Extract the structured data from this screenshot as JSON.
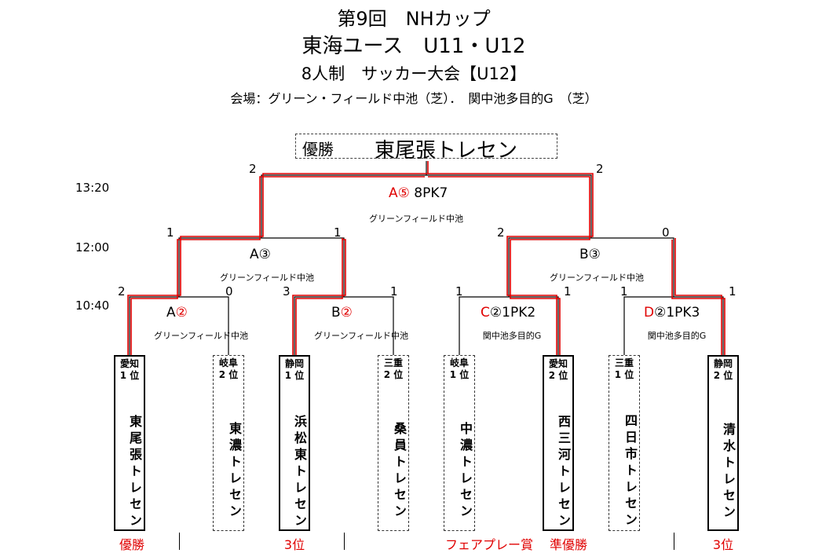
{
  "header": {
    "title1": "第9回　NHカップ",
    "title2": "東海ユース　U11・U12",
    "title3": "8人制　サッカー大会【U12】",
    "venue": "会場：グリーン・フィールド中池（芝）．　関中池多目的G　（芝）"
  },
  "champion": {
    "label": "優勝",
    "team": "東尾張トレセン"
  },
  "times": [
    "13:20",
    "12:00",
    "10:40"
  ],
  "matches": {
    "final": {
      "code": "A⑤",
      "extra": " 8PK7",
      "venue": "グリーンフィールド中池",
      "score_left": "2",
      "score_right": "2"
    },
    "semi_left": {
      "code": "A③",
      "venue": "グリーンフィールド中池",
      "score_left": "1",
      "score_right": "1"
    },
    "semi_right": {
      "code": "B③",
      "venue": "グリーンフィールド中池",
      "score_left": "2",
      "score_right": "0"
    },
    "q1": {
      "code_a": "A",
      "code_b": "②",
      "extra": "",
      "venue": "グリーンフィールド中池",
      "score_left": "2",
      "score_right": "0"
    },
    "q2": {
      "code_a": "B",
      "code_b": "②",
      "extra": "",
      "venue": "グリーンフィールド中池",
      "score_left": "3",
      "score_right": "1"
    },
    "q3": {
      "code_a": "C",
      "code_b": "②",
      "extra": "1PK2",
      "venue": "関中池多目的G",
      "score_left": "1",
      "score_right": "1"
    },
    "q4": {
      "code_a": "D",
      "code_b": "②",
      "extra": "1PK3",
      "venue": "関中池多目的G",
      "score_left": "1",
      "score_right": "1"
    }
  },
  "teams": [
    {
      "pref": "愛知",
      "rank": "1 位",
      "name": "東尾張トレセン"
    },
    {
      "pref": "岐阜",
      "rank": "2 位",
      "name": "東濃トレセン"
    },
    {
      "pref": "静岡",
      "rank": "1 位",
      "name": "浜松東トレセン"
    },
    {
      "pref": "三重",
      "rank": "2 位",
      "name": "桑員トレセン"
    },
    {
      "pref": "岐阜",
      "rank": "1 位",
      "name": "中濃トレセン"
    },
    {
      "pref": "愛知",
      "rank": "2 位",
      "name": "西三河トレセン"
    },
    {
      "pref": "三重",
      "rank": "1 位",
      "name": "四日市トレセン"
    },
    {
      "pref": "静岡",
      "rank": "2 位",
      "name": "清水トレセン"
    }
  ],
  "results": {
    "r1": "優勝",
    "r2": "3位",
    "r3": "フェアプレー賞",
    "r4": "準優勝",
    "r5": "3位"
  },
  "colors": {
    "winner_line": "#e00000",
    "accent_text": "#e00000",
    "line": "#000000"
  }
}
